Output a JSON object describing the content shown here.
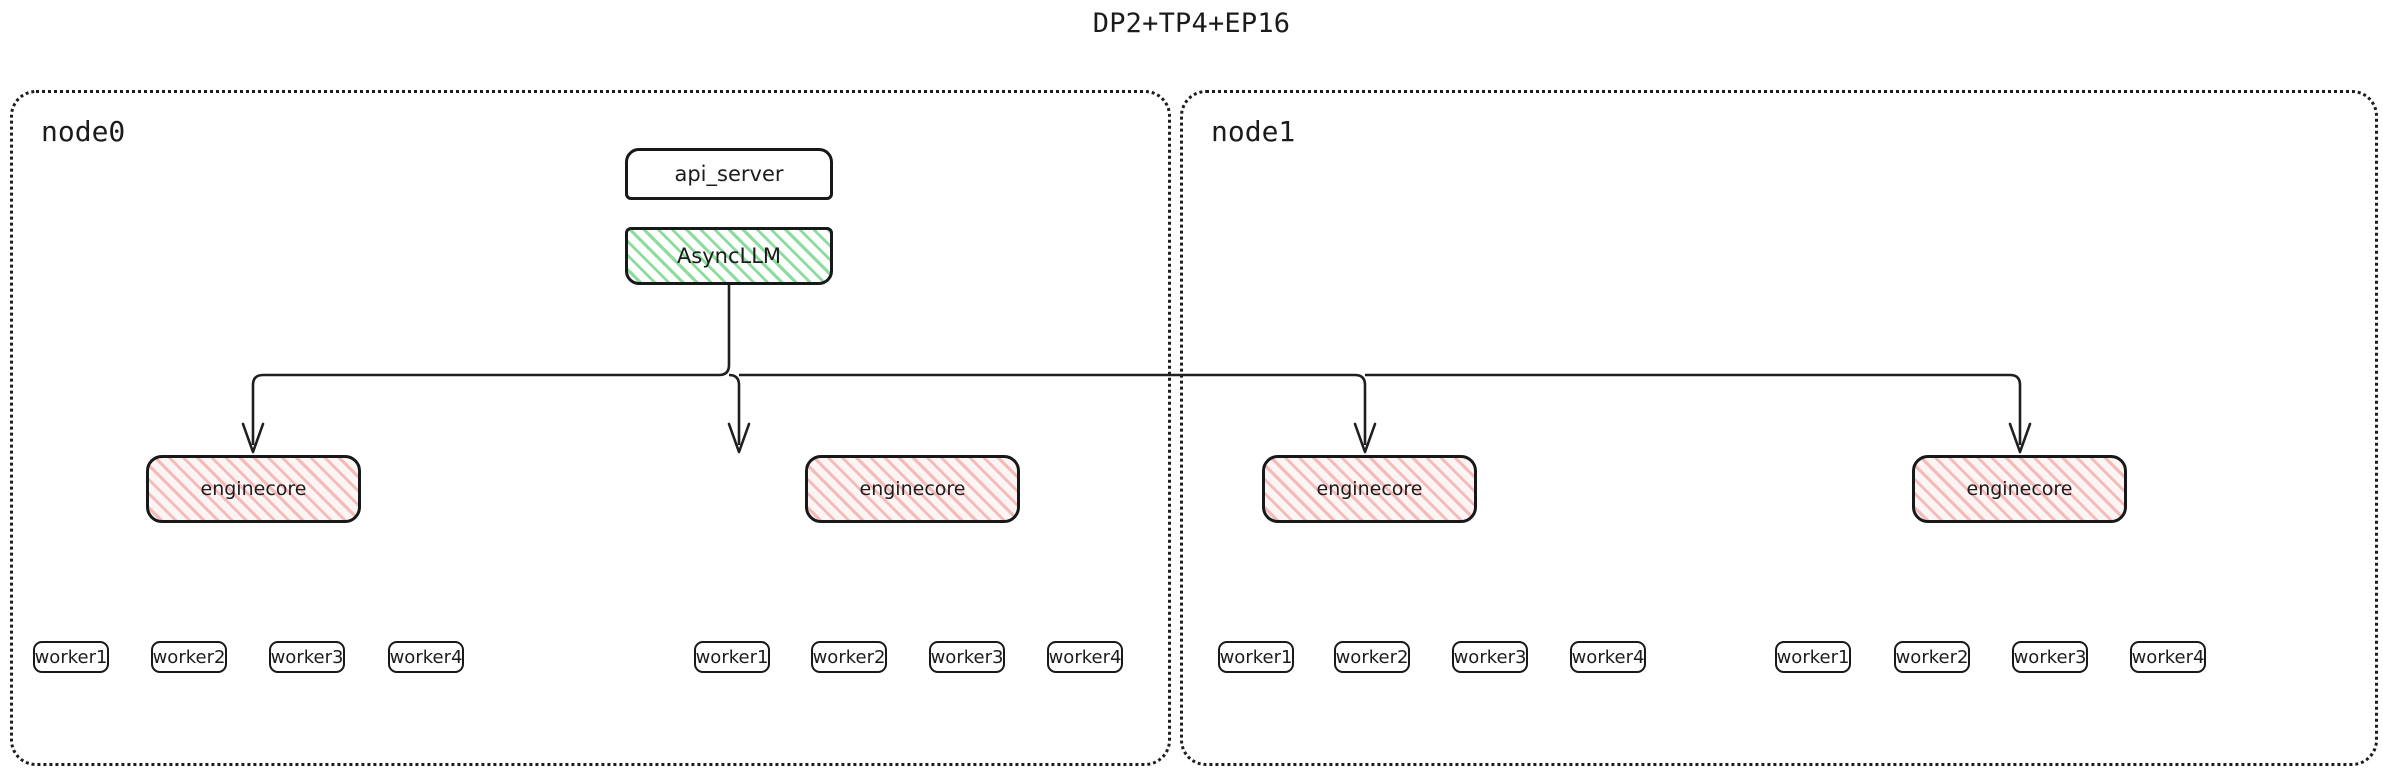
{
  "title": "DP2+TP4+EP16",
  "colors": {
    "stroke": "#1d1f21",
    "engine_hatch": "#f09696",
    "engine_fill": "#fdf4f4",
    "async_hatch": "#78d68c",
    "container_border": "#1d1d1d",
    "background": "#ffffff"
  },
  "nodes": [
    {
      "label": "node0"
    },
    {
      "label": "node1"
    }
  ],
  "api_server": {
    "label": "api_server"
  },
  "async_llm": {
    "label": "AsyncLLM"
  },
  "enginecores": [
    {
      "label": "enginecore"
    },
    {
      "label": "enginecore"
    },
    {
      "label": "enginecore"
    },
    {
      "label": "enginecore"
    }
  ],
  "worker_groups": [
    {
      "workers": [
        "worker1",
        "worker2",
        "worker3",
        "worker4"
      ]
    },
    {
      "workers": [
        "worker1",
        "worker2",
        "worker3",
        "worker4"
      ]
    },
    {
      "workers": [
        "worker1",
        "worker2",
        "worker3",
        "worker4"
      ]
    },
    {
      "workers": [
        "worker1",
        "worker2",
        "worker3",
        "worker4"
      ]
    }
  ]
}
